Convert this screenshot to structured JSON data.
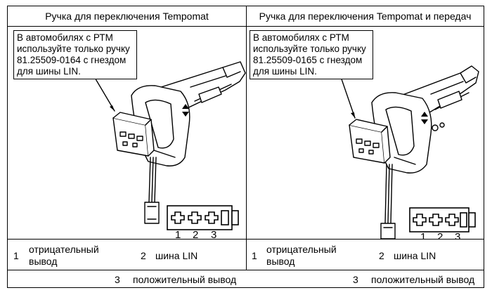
{
  "columns": [
    {
      "title": "Ручка для переключения Tempomat",
      "note_lines": [
        "В автомобилях с РТМ",
        "используйте только ручку",
        "81.25509-0164 с гнездом",
        "для шины LIN."
      ]
    },
    {
      "title": "Ручка для переключения Tempomat и передач",
      "note_lines": [
        "В автомобилях с РТМ",
        "используйте только ручку",
        "81.25509-0165 с гнездом",
        "для шины LIN."
      ]
    }
  ],
  "connector_pins": [
    "1",
    "2",
    "3"
  ],
  "legend": {
    "row1": [
      {
        "num": "1",
        "text_lines": [
          "отрицательный",
          "вывод"
        ]
      },
      {
        "num": "2",
        "text_lines": [
          "шина LIN"
        ]
      }
    ],
    "row2": {
      "num": "3",
      "text": "положительный вывод"
    }
  }
}
